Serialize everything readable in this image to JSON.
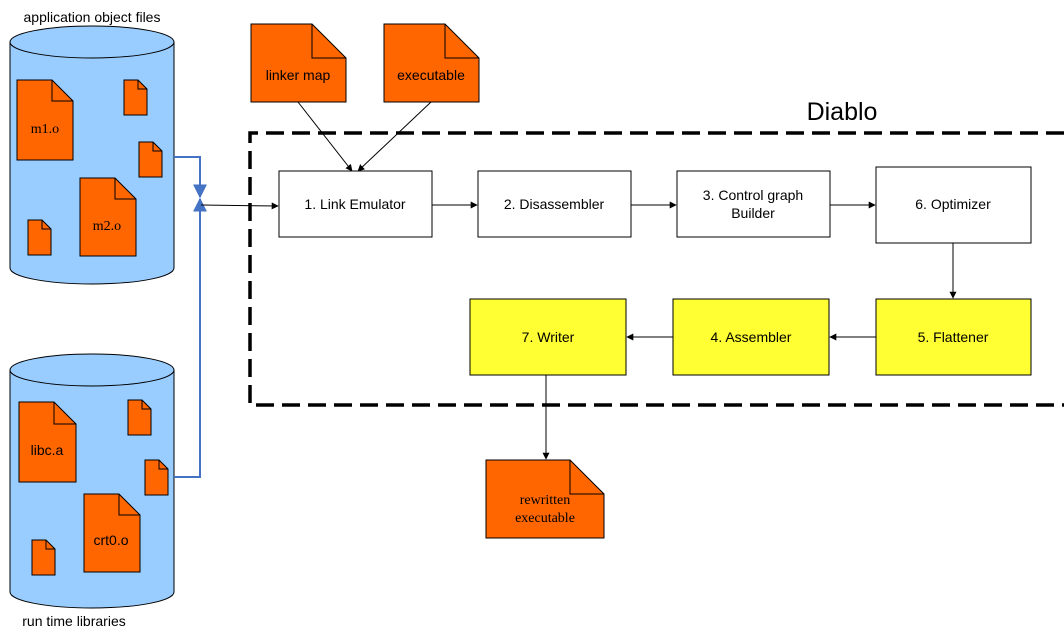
{
  "app_objects_label": "application object files",
  "runtime_libs_label": "run time libraries",
  "diablo_label": "Diablo",
  "files": {
    "m1": "m1.o",
    "m2": "m2.o",
    "libc": "libc.a",
    "crt0": "crt0.o",
    "linker_map": "linker map",
    "executable": "executable",
    "rewritten_line1": "rewritten",
    "rewritten_line2": "executable"
  },
  "stages": {
    "link_emulator": "1. Link Emulator",
    "disassembler": "2. Disassembler",
    "cfg_line1": "3. Control graph",
    "cfg_line2": "Builder",
    "optimizer": "6. Optimizer",
    "flattener": "5. Flattener",
    "assembler": "4. Assembler",
    "writer": "7. Writer"
  },
  "colors": {
    "cylinder_fill": "#99ccff",
    "file_fill": "#ff6600",
    "stage_white": "#ffffff",
    "stage_yellow": "#ffff33",
    "connector_blue": "#4472c4",
    "outline": "#000000"
  }
}
